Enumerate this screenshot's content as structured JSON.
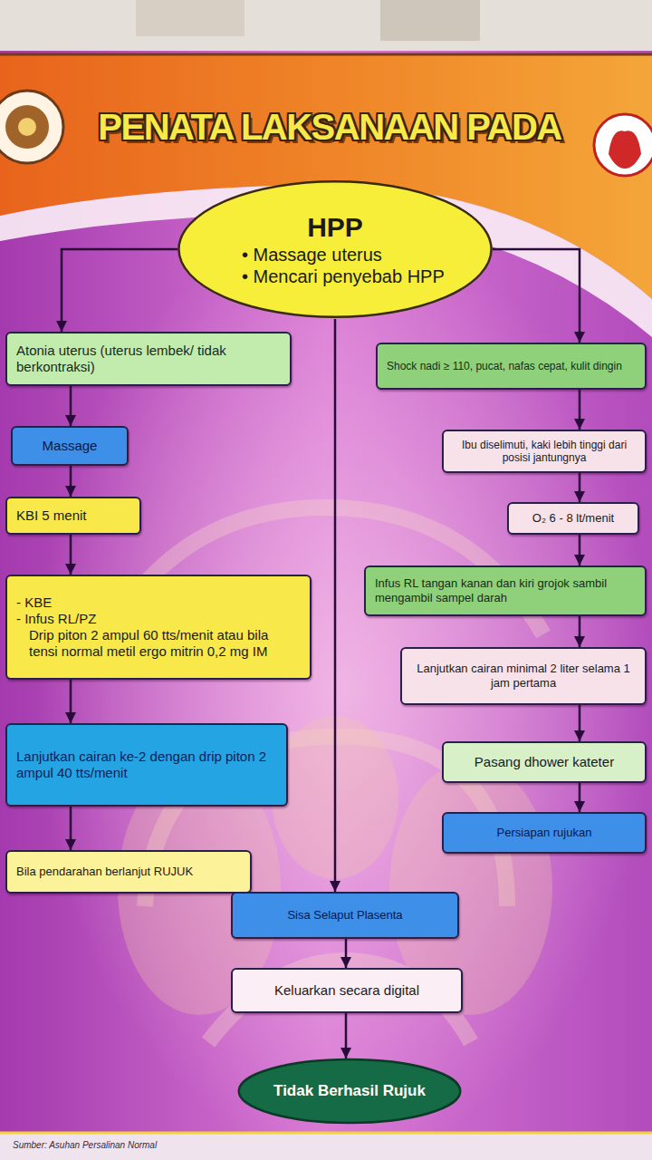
{
  "diagram": {
    "title": "PENATA LAKSANAAN PADA",
    "nodes": [
      {
        "text": [
          "HPP",
          "• Massage uterus",
          "• Mencari penyebab HPP"
        ]
      },
      {
        "text": [
          "Atonia uterus (uterus lembek/ tidak berkontraksi)"
        ]
      },
      {
        "text": [
          "Massage"
        ]
      },
      {
        "text": [
          "KBI 5 menit"
        ]
      },
      {
        "text": [
          "- KBE",
          "- Infus RL/PZ",
          "Drip piton 2 ampul 60 tts/menit atau bila tensi normal metil ergo mitrin 0,2 mg IM"
        ]
      },
      {
        "text": [
          "Lanjutkan cairan ke-2 dengan drip piton 2 ampul 40 tts/menit"
        ]
      },
      {
        "text": [
          "Bila pendarahan berlanjut RUJUK"
        ]
      },
      {
        "text": [
          "Shock nadi ≥ 110, pucat, nafas cepat, kulit dingin"
        ]
      },
      {
        "text": [
          "Ibu diselimuti, kaki lebih tinggi dari posisi jantungnya"
        ]
      },
      {
        "text": [
          "O₂ 6 - 8 lt/menit"
        ]
      },
      {
        "text": [
          "Infus RL tangan kanan dan kiri grojok sambil mengambil sampel darah"
        ]
      },
      {
        "text": [
          "Lanjutkan cairan minimal 2 liter selama 1 jam pertama"
        ]
      },
      {
        "text": [
          "Pasang dhower kateter"
        ]
      },
      {
        "text": [
          "Persiapan rujukan"
        ]
      },
      {
        "text": [
          "Sisa Selaput Plasenta"
        ]
      },
      {
        "text": [
          "Keluarkan secara digital"
        ]
      },
      {
        "text": [
          "Tidak Berhasil Rujuk"
        ]
      }
    ],
    "edges": [
      {
        "from": 0,
        "to": 1,
        "arrow": "to"
      },
      {
        "from": 0,
        "to": 7,
        "arrow": "to"
      },
      {
        "from": 0,
        "to": 14,
        "arrow": "to"
      },
      {
        "from": 1,
        "to": 2,
        "arrow": "to"
      },
      {
        "from": 2,
        "to": 3,
        "arrow": "to"
      },
      {
        "from": 3,
        "to": 4,
        "arrow": "to"
      },
      {
        "from": 4,
        "to": 5,
        "arrow": "to"
      },
      {
        "from": 5,
        "to": 6,
        "arrow": "to"
      },
      {
        "from": 7,
        "to": 8,
        "arrow": "to"
      },
      {
        "from": 8,
        "to": 9,
        "arrow": "to"
      },
      {
        "from": 9,
        "to": 10,
        "arrow": "to"
      },
      {
        "from": 10,
        "to": 11,
        "arrow": "to"
      },
      {
        "from": 11,
        "to": 12,
        "arrow": "to"
      },
      {
        "from": 12,
        "to": 13,
        "arrow": "to"
      },
      {
        "from": 14,
        "to": 15,
        "arrow": "to"
      },
      {
        "from": 15,
        "to": 16,
        "arrow": "to"
      }
    ],
    "labels": [
      "Sumber: Asuhan Persalinan Normal"
    ]
  }
}
